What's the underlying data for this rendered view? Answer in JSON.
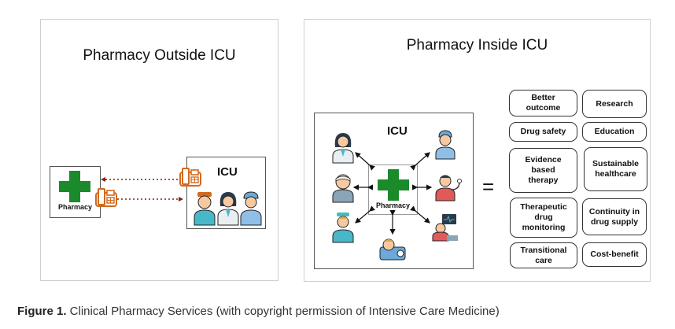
{
  "left_panel": {
    "title": "Pharmacy Outside ICU",
    "pharmacy_label": "Pharmacy",
    "icu_label": "ICU"
  },
  "right_panel": {
    "title": "Pharmacy Inside ICU",
    "icu_label": "ICU",
    "pharmacy_label": "Pharmacy",
    "equals": "=",
    "services": [
      "Better\noutcome",
      "Research",
      "Drug safety",
      "Education",
      "Evidence\nbased\ntherapy",
      "Sustainable\nhealthcare",
      "Therapeutic\ndrug\nmonitoring",
      "Continuity in\ndrug supply",
      "Transitional\ncare",
      "Cost-benefit"
    ]
  },
  "caption": {
    "figure_label": "Figure 1.",
    "text": " Clinical Pharmacy Services (with copyright permission of Intensive Care Medicine)"
  },
  "colors": {
    "cross_green": "#1a8a2a",
    "fax_orange": "#d2691e",
    "dotted_red": "#8b1a1a",
    "staff_teal": "#48b8c8"
  }
}
